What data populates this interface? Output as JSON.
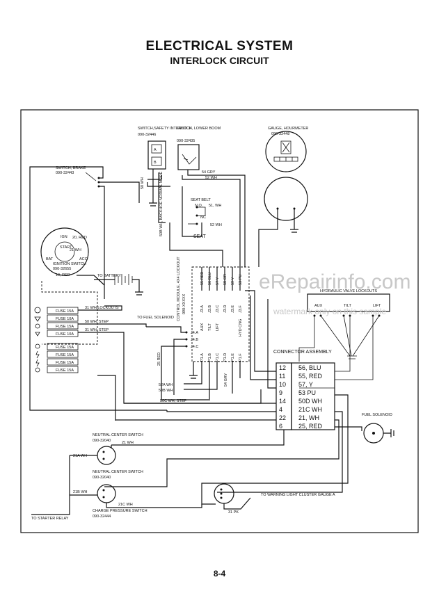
{
  "header": {
    "title": "ELECTRICAL SYSTEM",
    "subtitle": "INTERLOCK CIRCUIT"
  },
  "footer": {
    "page": "8-4"
  },
  "watermark": {
    "main": "eRepairinfo.com",
    "sub": "watermark only on this sample"
  },
  "components": {
    "safety_switch": {
      "name": "SWITCH,SAFETY INTERLOCK",
      "part": "090-32446"
    },
    "boom_switch": {
      "name": "SWITCH, LOWER BOOM",
      "part": "090-32435"
    },
    "gauge": {
      "name": "GAUGE, HOURMETER",
      "part": "090-32448"
    },
    "brake_switch": {
      "name": "SWITCH, BRAKE",
      "part": "090-32443"
    },
    "seat_belt": {
      "name": "SEAT BELT",
      "contact": "N.O."
    },
    "seat": {
      "name": "SEAT",
      "nc": "NC"
    },
    "ignition": {
      "name": "IGNITION SWITCH",
      "part": "090-32655",
      "ign": "IGN",
      "start": "START",
      "acc": "ACC",
      "bat": "BAT"
    },
    "battery": {
      "label": "TO BATTERY"
    },
    "fuses": [
      "FUSE 15A",
      "FUSE 10A",
      "FUSE 15A",
      "FUSE 10A",
      "FUSE 15A",
      "FUSE 15A",
      "FUSE 15A",
      "FUSE 15A"
    ],
    "control_module": {
      "name": "CONTROL MODULE, 4X4 LOCKOUT",
      "part": "090-XXXXX"
    },
    "to_fuel_solenoid": "TO FUEL SOLENOID",
    "hydraulic": {
      "name": "HYDRAULIC VALVE LOCKOUTS",
      "aux": "AUX",
      "tilt": "TILT",
      "lift": "LIFT"
    },
    "connector": {
      "name": "CONNECTOR ASSEMBLY"
    },
    "fuel_solenoid": {
      "name": "FUEL SOLENOID"
    },
    "neutral1": {
      "name": "NEUTRAL CENTER SWITCH",
      "part": "090-32040"
    },
    "neutral2": {
      "name": "NEUTRAL CENTER SWITCH",
      "part": "090-32040"
    },
    "charge": {
      "name": "CHARGE PRESSURE SWITCH",
      "part": "090-32444"
    },
    "warning": {
      "name": "TO WARNING LIGHT CLUSTER GAUGE A"
    },
    "starter": {
      "name": "TO STARTER RELAY"
    }
  },
  "module_pins": {
    "j3": [
      "J3.A",
      "J3.B",
      "J3.C",
      "J3.D",
      "J3.E",
      "J3.F"
    ],
    "j3_funcs": [
      "AUX",
      "TILT",
      "LIFT",
      "",
      "",
      "HYD CNG"
    ],
    "j4": [
      "J4.A",
      "J4.B",
      "J4.C"
    ],
    "p1": [
      "P1.A",
      "P1.B",
      "P1.C",
      "P1.D",
      "P1.E",
      "P1.F"
    ]
  },
  "connector_rows": [
    {
      "pin": "12",
      "wire": "56, BLU"
    },
    {
      "pin": "11",
      "wire": "55, RED"
    },
    {
      "pin": "10",
      "wire": "57, Y"
    },
    {
      "pin": "9",
      "wire": "53 PU"
    },
    {
      "pin": "14",
      "wire": "50D WH"
    },
    {
      "pin": "4",
      "wire": "21C WH"
    },
    {
      "pin": "22",
      "wire": "21, WH"
    },
    {
      "pin": "6",
      "wire": "25, RED"
    }
  ],
  "wire_labels": {
    "w54gry": "54 GRY",
    "w52wh": "52 WH",
    "w51wh": "51, WH",
    "w52wh2": "52 WH",
    "w50wh": "50 WH",
    "w50bwh": "50B WH, BACKHOE NORMAL MODE",
    "w55": "55 RED",
    "w56": "56 BLU",
    "w57": "57 Y",
    "w58": "58 OR",
    "w59": "59 Y",
    "w53": "53 PU",
    "w24red": "25 RED",
    "w52awh": "52A WH",
    "w50bwh2": "50B WH",
    "w54gry2": "54 GRY",
    "w50cwh": "50C WH, STEP",
    "w21awh": "21A WH",
    "w21wh": "21 WH",
    "w21bwh": "21B WH",
    "w21cwh": "21C WH",
    "w31pk": "31 PK",
    "w20red": "20, RED",
    "w21whs": "21 WH",
    "w10red": "10, RED",
    "w31wh": "31 WH/LOCKOUTS",
    "w50wh3": "50 WH, STEP",
    "w31": "31 WH, STEP"
  }
}
